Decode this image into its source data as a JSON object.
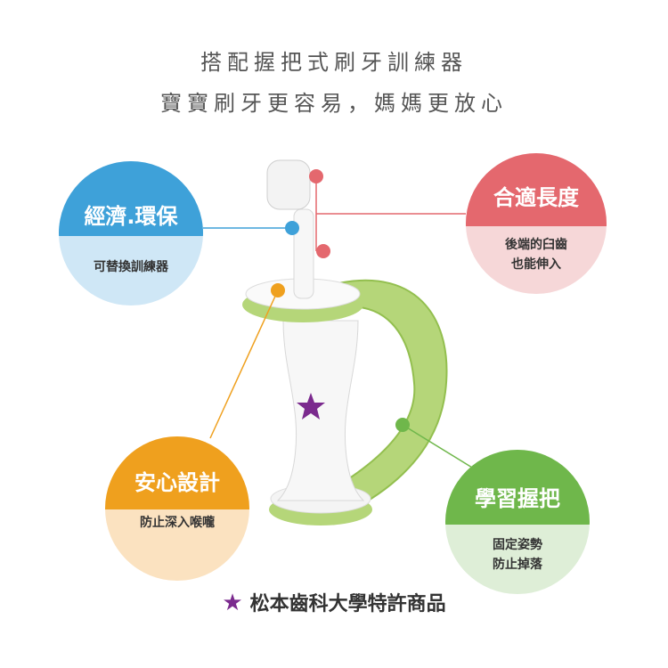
{
  "headline": {
    "line1": "搭配握把式刷牙訓練器",
    "line2": "寶寶刷牙更容易，媽媽更放心"
  },
  "features": {
    "economy": {
      "title": "經濟.環保",
      "desc": "可替換訓練器",
      "color": "#3ea1d9"
    },
    "length": {
      "title": "合適長度",
      "desc1": "後端的臼齒",
      "desc2": "也能伸入",
      "color": "#e4686e"
    },
    "safety": {
      "title": "安心設計",
      "desc": "防止深入喉嚨",
      "color": "#efa01e"
    },
    "grip": {
      "title": "學習握把",
      "desc1": "固定姿勢",
      "desc2": "防止掉落",
      "color": "#6fb74b"
    }
  },
  "footer": {
    "star_icon": "star-icon",
    "text": "松本齒科大學特許商品",
    "star_color": "#7b2a8e"
  }
}
